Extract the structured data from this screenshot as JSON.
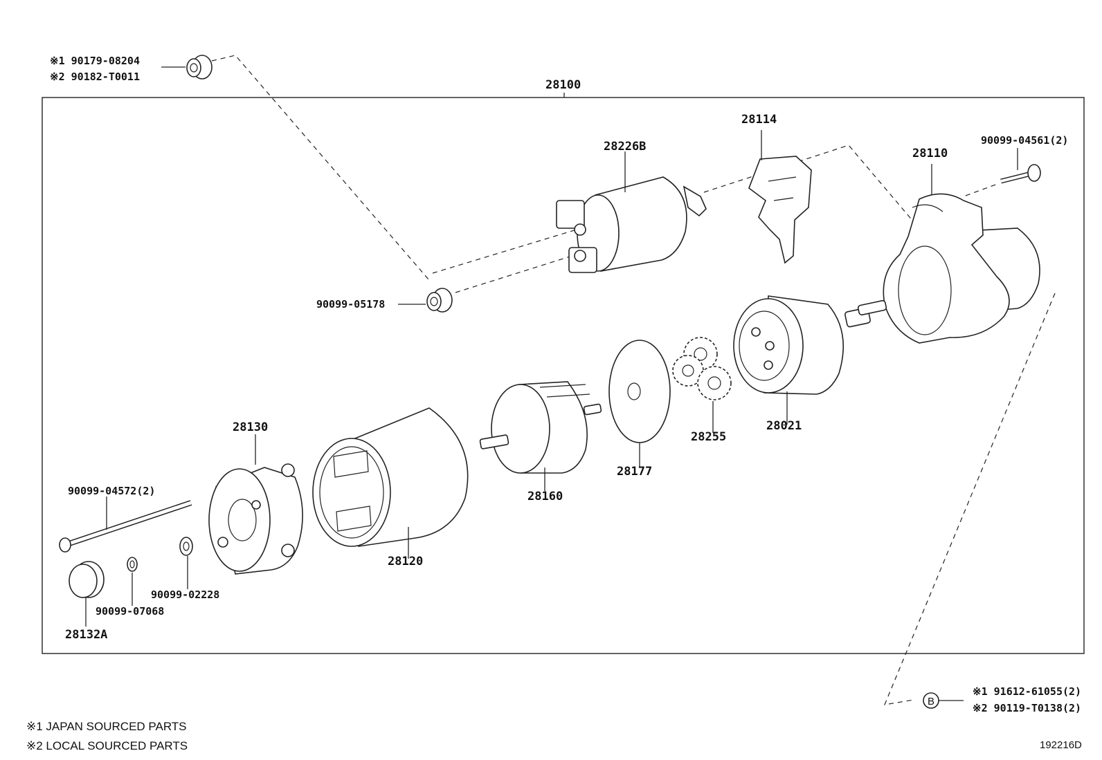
{
  "assembly_label": "28100",
  "diagram_id": "192216D",
  "notes": {
    "note1": "※1 JAPAN SOURCED PARTS",
    "note2": "※2 LOCAL SOURCED PARTS"
  },
  "bullet_marker": "B",
  "parts": {
    "cap_top_1": "※1 90179-08204",
    "cap_top_2": "※2 90182-T0011",
    "p28226b": "28226B",
    "p28114": "28114",
    "p28110": "28110",
    "bolt_top": "90099-04561(2)",
    "nut_05178": "90099-05178",
    "p28021": "28021",
    "p28255": "28255",
    "p28177": "28177",
    "p28160": "28160",
    "p28120": "28120",
    "p28130": "28130",
    "bolt_long": "90099-04572(2)",
    "washer_02228": "90099-02228",
    "ring_07068": "90099-07068",
    "p28132a": "28132A",
    "b_part_1": "※1 91612-61055(2)",
    "b_part_2": "※2 90119-T0138(2)"
  }
}
